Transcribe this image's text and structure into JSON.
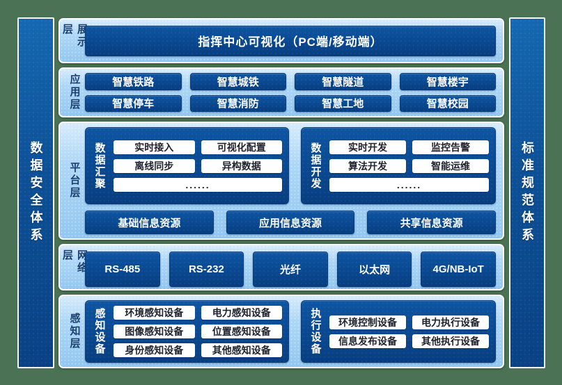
{
  "colors": {
    "background_green": "#4b7254",
    "band_light_blue": "#aed7f7",
    "box_dark_blue": "#0a4890",
    "white_box": "#ffffff",
    "label_navy": "#1c4070"
  },
  "left_pillar": {
    "text": "数据安全体系"
  },
  "right_pillar": {
    "text": "标准规范体系"
  },
  "layers": {
    "display": {
      "label": "展示层",
      "title_box": "指挥中心可视化（PC端/移动端）"
    },
    "application": {
      "label": "应用层",
      "items": [
        "智慧铁路",
        "智慧城铁",
        "智慧隧道",
        "智慧楼宇",
        "智慧停车",
        "智慧消防",
        "智慧工地",
        "智慧校园"
      ]
    },
    "platform": {
      "label": "平台层",
      "groups": [
        {
          "name": "数据汇聚",
          "items": [
            "实时接入",
            "可视化配置",
            "离线同步",
            "异构数据"
          ],
          "more": "......"
        },
        {
          "name": "数据开发",
          "items": [
            "实时开发",
            "监控告警",
            "算法开发",
            "智能运维"
          ],
          "more": "......"
        }
      ],
      "resources": [
        "基础信息资源",
        "应用信息资源",
        "共享信息资源"
      ]
    },
    "network": {
      "label": "网络层",
      "items": [
        "RS-485",
        "RS-232",
        "光纤",
        "以太网",
        "4G/NB-IoT"
      ]
    },
    "perception": {
      "label": "感知层",
      "groups": [
        {
          "name": "感知设备",
          "items": [
            "环境感知设备",
            "电力感知设备",
            "图像感知设备",
            "位置感知设备",
            "身份感知设备",
            "其他感知设备"
          ]
        },
        {
          "name": "执行设备",
          "items": [
            "环境控制设备",
            "电力执行设备",
            "信息发布设备",
            "其他执行设备"
          ]
        }
      ]
    }
  }
}
